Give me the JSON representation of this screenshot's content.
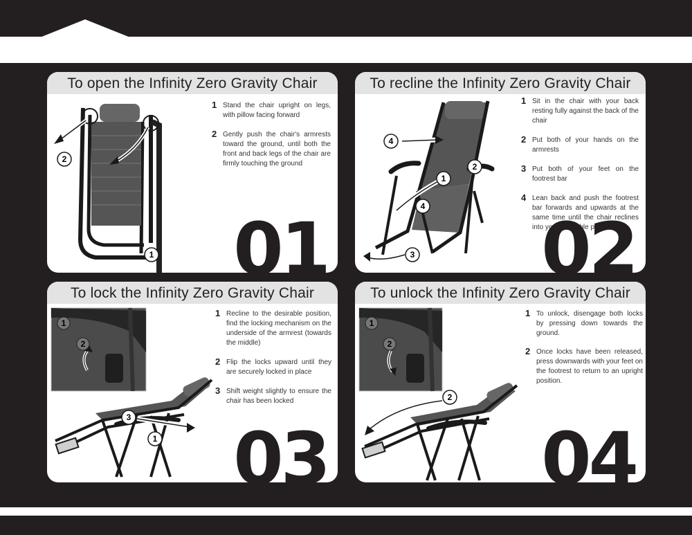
{
  "panels": [
    {
      "title": "To open the Infinity Zero Gravity Chair",
      "number": "01",
      "steps": [
        {
          "n": "1",
          "text": "Stand the chair upright on legs, with pillow facing forward"
        },
        {
          "n": "2",
          "text": "Gently push the chair's armrests toward the ground, until both the front and back legs of the chair are firmly touching the ground"
        }
      ],
      "callouts": [
        "1",
        "2"
      ]
    },
    {
      "title": "To recline the Infinity Zero Gravity Chair",
      "number": "02",
      "steps": [
        {
          "n": "1",
          "text": "Sit in the chair with your back resting fully against the back of the chair"
        },
        {
          "n": "2",
          "text": "Put both of your hands on the armrests"
        },
        {
          "n": "3",
          "text": "Put both of your feet on the footrest bar"
        },
        {
          "n": "4",
          "text": "Lean back and push the footrest bar forwards and upwards at the same time until the chair reclines into your desirable position"
        }
      ],
      "callouts": [
        "1",
        "2",
        "3",
        "4",
        "4"
      ]
    },
    {
      "title": "To lock the Infinity Zero Gravity Chair",
      "number": "03",
      "steps": [
        {
          "n": "1",
          "text": "Recline to the desirable position, find the locking mechanism on the underside of the armrest (towards the middle)"
        },
        {
          "n": "2",
          "text": "Flip the locks upward until they are securely locked in place"
        },
        {
          "n": "3",
          "text": "Shift weight slightly to ensure the chair has been locked"
        }
      ],
      "callouts": [
        "1",
        "2",
        "3",
        "1"
      ]
    },
    {
      "title": "To unlock the Infinity Zero Gravity Chair",
      "number": "04",
      "steps": [
        {
          "n": "1",
          "text": "To unlock, disengage both locks by pressing down towards the ground."
        },
        {
          "n": "2",
          "text": "Once locks have been released, press downwards with your feet on the footrest to return to an upright position."
        }
      ],
      "callouts": [
        "1",
        "2",
        "2"
      ]
    }
  ],
  "colors": {
    "background": "#231f20",
    "panel": "#ffffff",
    "title_bar": "#e3e3e3",
    "chair_frame": "#1a1a1a",
    "chair_fabric": "#555555"
  }
}
